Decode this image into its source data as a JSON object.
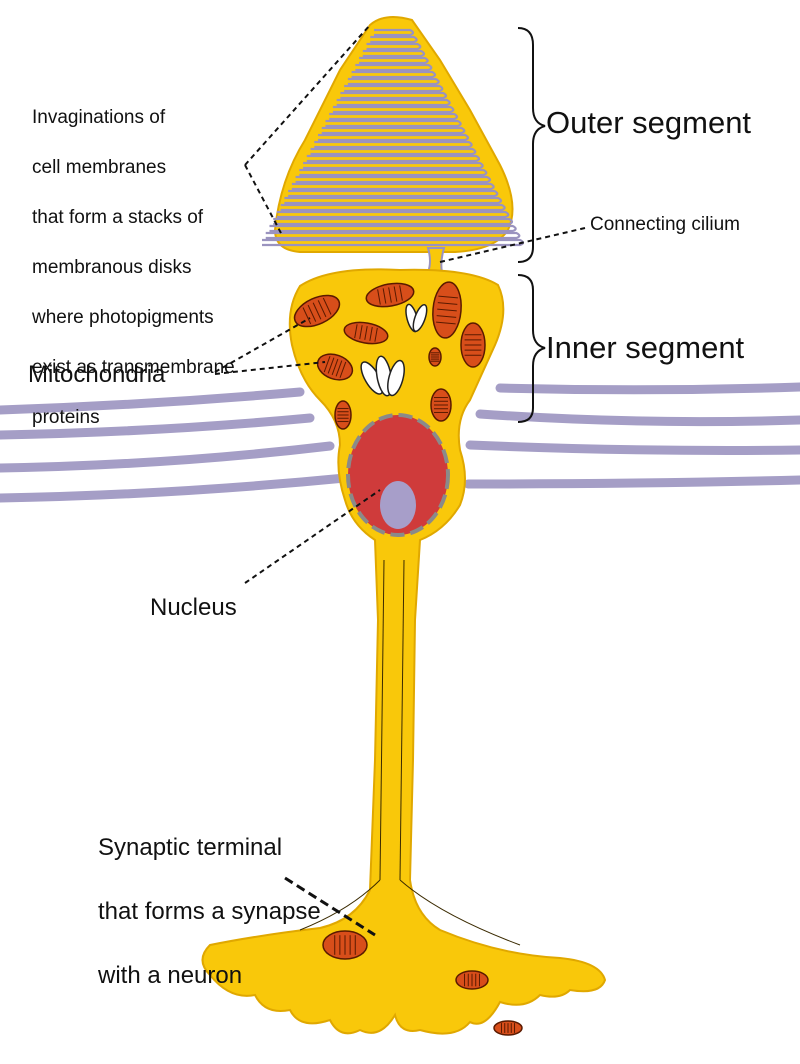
{
  "labels": {
    "invaginations": [
      "Invaginations of",
      "cell membranes",
      "that form a stacks of",
      "membranous disks",
      "where photopigments",
      "exist as transmembrane",
      "proteins"
    ],
    "outer_segment": "Outer segment",
    "connecting_cilium": "Connecting cilium",
    "inner_segment": "Inner segment",
    "mitochondria": "Mitochondria",
    "nucleus": "Nucleus",
    "synaptic_terminal": [
      "Synaptic terminal",
      "that forms a synapse",
      "with a neuron"
    ]
  },
  "colors": {
    "cell_fill": "#f9c80a",
    "cell_outline": "#e0a800",
    "disk_stroke": "#9a93bf",
    "membrane": "#a59ec6",
    "nucleus_fill": "#cf3b3b",
    "nucleolus_fill": "#a79ec9",
    "mito_fill": "#d84e1a",
    "mito_stripe": "#5a1a00",
    "leader_line": "#111111"
  }
}
